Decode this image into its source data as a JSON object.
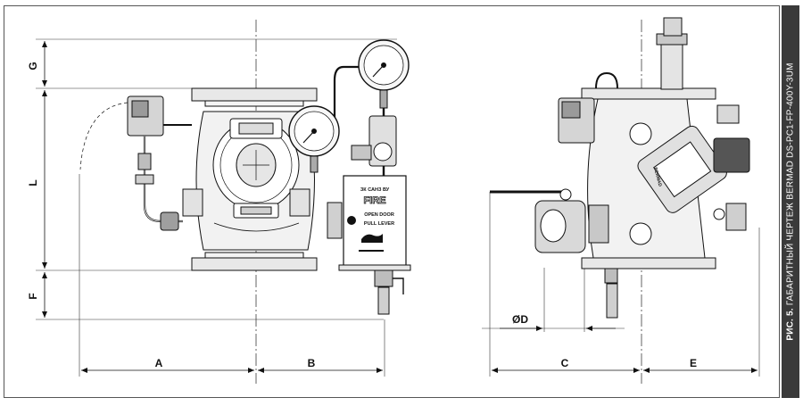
{
  "dimensions": {
    "G": "G",
    "L": "L",
    "F": "F",
    "A": "A",
    "B": "B",
    "C": "C",
    "E": "E",
    "D": "ØD"
  },
  "fire_box": {
    "line1": "ЗК САНЗ ВУ",
    "line2": "FIRE",
    "line3": "OPEN DOOR",
    "line4": "PULL LEVER"
  },
  "valve_label": "BERMAD",
  "caption": {
    "prefix": "РИС. 5.",
    "text": " ГАБАРИТНЫЙ ЧЕРТЕЖ BERMAD DS-PC1-FP-400Y-3UM"
  },
  "colors": {
    "caption_bg": "#3a3a3a",
    "line": "#111111"
  }
}
